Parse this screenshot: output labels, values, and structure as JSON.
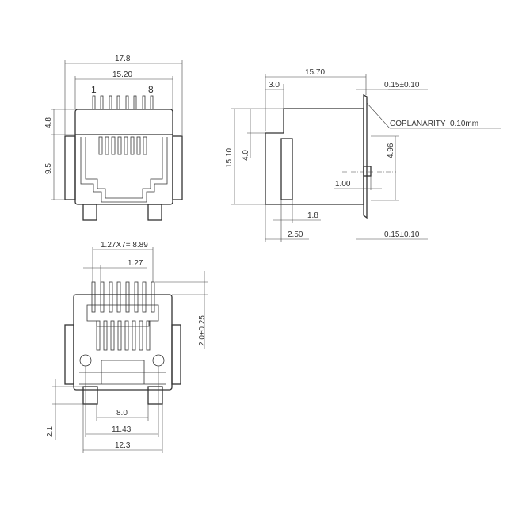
{
  "title": "RJ45 connector dimension drawing",
  "front_view": {
    "w_overall": "17.8",
    "w_body": "15.20",
    "pin_first": "1",
    "pin_last": "8",
    "h_top": "4.8",
    "h_body": "9.5"
  },
  "side_view": {
    "depth": "15.70",
    "step": "3.0",
    "height": "15.10",
    "step_h": "4.0",
    "pin_gap_top": "0.15±0.10",
    "coplanarity": "COPLANARITY  0.10mm",
    "nub_h": "4.96",
    "nub_w": "1.00",
    "slot_offset": "1.8",
    "slot_pos": "2.50",
    "pin_gap_bottom": "0.15±0.10"
  },
  "bottom_view": {
    "pitch_total": "1.27X7= 8.89",
    "pitch": "1.27",
    "pin_ext": "2.0±0.25",
    "foot_h": "2.1",
    "w_inner": "8.0",
    "w_leds": "11.43",
    "w_feet": "12.3"
  }
}
